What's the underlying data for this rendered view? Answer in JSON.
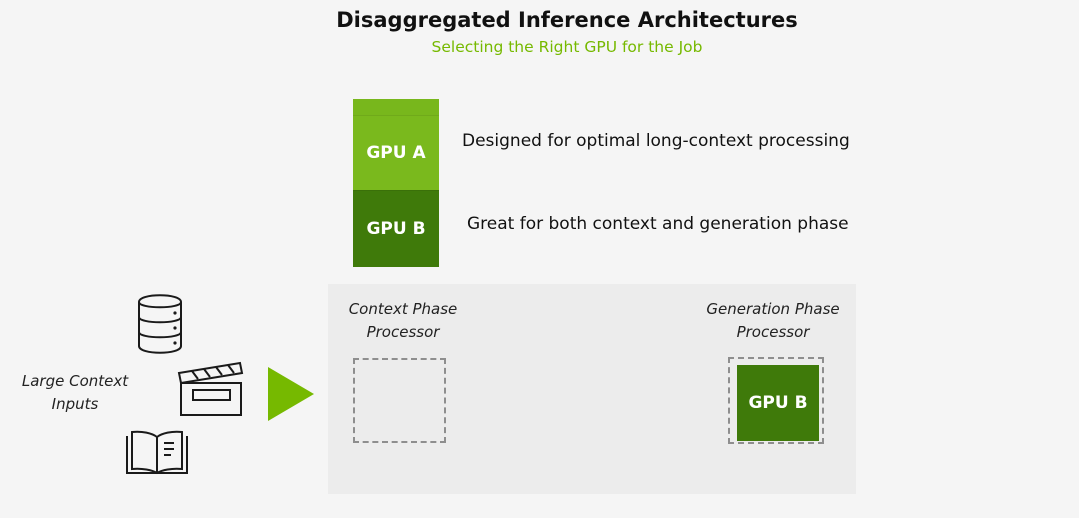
{
  "header": {
    "title": "Disaggregated Inference Architectures",
    "subtitle": "Selecting the Right GPU for the Job"
  },
  "legend": {
    "gpu_a_label": "GPU A",
    "gpu_a_desc": "Designed for optimal long-context processing",
    "gpu_b_label": "GPU B",
    "gpu_b_desc": "Great for both context and generation phase"
  },
  "inputs": {
    "label": "Large Context Inputs",
    "icons": [
      "database-icon",
      "clapperboard-icon",
      "book-icon"
    ]
  },
  "context_phase": {
    "label": "Context Phase Processor",
    "slot_gpu": ""
  },
  "generation_phase": {
    "label": "Generation Phase Processor",
    "slot_gpu": "GPU B"
  },
  "colors": {
    "accent": "#76b900",
    "gpu_a": "#7ab91d",
    "gpu_b": "#3f7a0a",
    "dashed": "#8e8e8e"
  }
}
